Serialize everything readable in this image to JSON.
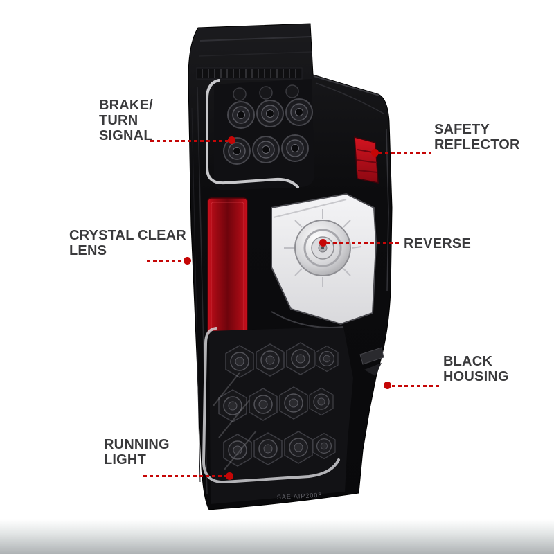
{
  "page": {
    "background": "#ffffff",
    "floor_gradient_top": "#ffffff",
    "floor_gradient_bottom": "#aeb2b4"
  },
  "colors": {
    "accent_red": "#c50606",
    "label_text": "#3a3a3c",
    "housing_black": "#0d0d0f",
    "reflector_red": "#a50d16"
  },
  "product": {
    "name": "led-tail-light-annotated-diagram",
    "molded_marking": "SAE AIP2008"
  },
  "callouts": [
    {
      "id": "brake-turn-signal",
      "side": "left",
      "lines": [
        "BRAKE/",
        "TURN",
        "SIGNAL"
      ]
    },
    {
      "id": "safety-reflector",
      "side": "right",
      "lines": [
        "SAFETY",
        "REFLECTOR"
      ]
    },
    {
      "id": "crystal-clear-lens",
      "side": "left",
      "lines": [
        "CRYSTAL CLEAR",
        "LENS"
      ]
    },
    {
      "id": "reverse",
      "side": "right",
      "lines": [
        "REVERSE"
      ]
    },
    {
      "id": "black-housing",
      "side": "right",
      "lines": [
        "BLACK",
        "HOUSING"
      ]
    },
    {
      "id": "running-light",
      "side": "left",
      "lines": [
        "RUNNING",
        "LIGHT"
      ]
    }
  ]
}
